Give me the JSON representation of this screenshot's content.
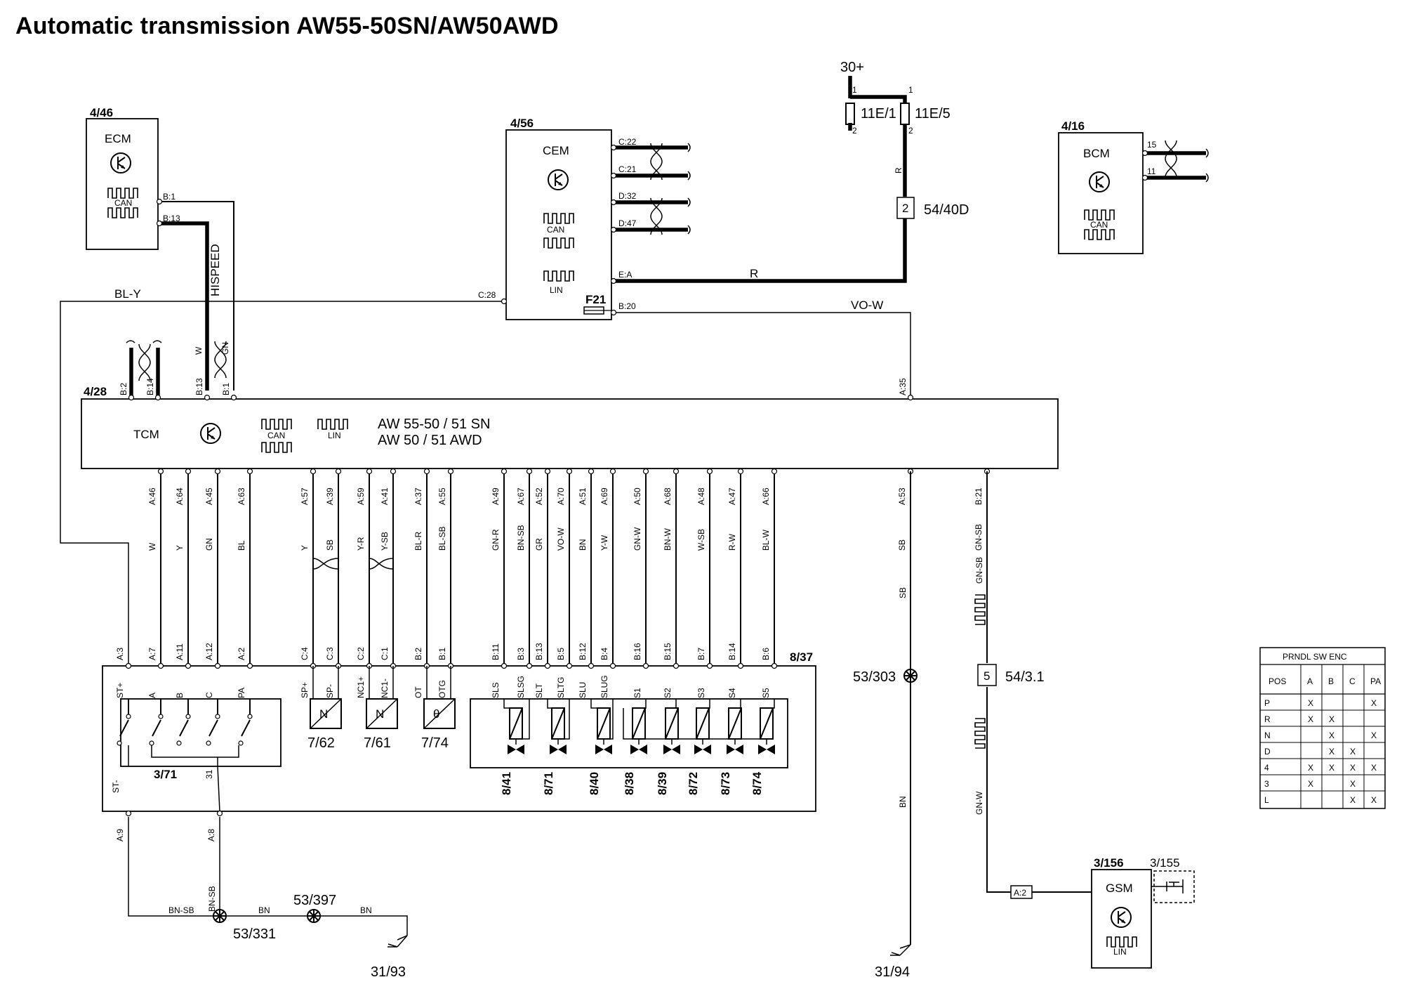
{
  "title": "Automatic transmission AW55-50SN/AW50AWD",
  "supply": {
    "label": "30+"
  },
  "fuses": [
    {
      "label": "11E/1",
      "pin_top": "1",
      "pin_bottom": "2"
    },
    {
      "label": "11E/5",
      "pin_top": "1",
      "pin_bottom": "2"
    }
  ],
  "connectors": {
    "c5440d": {
      "pin": "2",
      "label": "54/40D"
    },
    "c5431": {
      "pin": "5",
      "label": "54/3.1"
    },
    "a2": {
      "label": "A:2"
    }
  },
  "modules": {
    "ecm": {
      "ref": "4/46",
      "name": "ECM",
      "bus": "CAN",
      "pins": [
        "B:1",
        "B:13"
      ],
      "bus_label": "HISPEED"
    },
    "cem": {
      "ref": "4/56",
      "name": "CEM",
      "bus": "CAN",
      "bus2": "LIN",
      "fuse": "F21",
      "pins": [
        "C:22",
        "C:21",
        "D:32",
        "D:47",
        "E:A",
        "C:28",
        "B:20"
      ]
    },
    "bcm": {
      "ref": "4/16",
      "name": "BCM",
      "bus": "CAN",
      "pins": [
        "15",
        "11"
      ]
    },
    "tcm": {
      "ref": "4/28",
      "name": "TCM",
      "bus": "CAN",
      "bus2": "LIN",
      "model_line1": "AW 55-50 / 51 SN",
      "model_line2": "AW 50 / 51 AWD"
    },
    "gsm": {
      "ref": "3/156",
      "name": "GSM",
      "bus": "LIN",
      "switch_ref": "3/155"
    }
  },
  "wires": {
    "bl_y": "BL-Y",
    "r": "R",
    "r_v": "R",
    "vo_w": "VO-W",
    "w": "W",
    "gn": "GN",
    "bn_sb": "BN-SB",
    "bn_sb_v": "BN-SB",
    "bn1": "BN",
    "bn2": "BN",
    "bn_v": "BN",
    "sb": "SB",
    "gn_sb": "GN-SB",
    "gn_w": "GN-W"
  },
  "tcm_top_pins": [
    "B:2",
    "B:14",
    "B:13",
    "B:1",
    "A:35"
  ],
  "tcm_bottom": [
    {
      "pin": "A:46",
      "color": "W"
    },
    {
      "pin": "A:64",
      "color": "Y"
    },
    {
      "pin": "A:45",
      "color": "GN"
    },
    {
      "pin": "A:63",
      "color": "BL"
    },
    {
      "pin": "A:57",
      "color": "Y"
    },
    {
      "pin": "A:39",
      "color": "SB"
    },
    {
      "pin": "A:59",
      "color": "Y-R"
    },
    {
      "pin": "A:41",
      "color": "Y-SB"
    },
    {
      "pin": "A:37",
      "color": "BL-R"
    },
    {
      "pin": "A:55",
      "color": "BL-SB"
    },
    {
      "pin": "A:49",
      "color": "GN-R"
    },
    {
      "pin": "A:67",
      "color": "BN-SB"
    },
    {
      "pin": "A:52",
      "color": "GR"
    },
    {
      "pin": "A:70",
      "color": "VO-W"
    },
    {
      "pin": "A:51",
      "color": "BN"
    },
    {
      "pin": "A:69",
      "color": "Y-W"
    },
    {
      "pin": "A:50",
      "color": "GN-W"
    },
    {
      "pin": "A:68",
      "color": "BN-W"
    },
    {
      "pin": "A:48",
      "color": "W-SB"
    },
    {
      "pin": "A:47",
      "color": "R-W"
    },
    {
      "pin": "A:66",
      "color": "BL-W"
    },
    {
      "pin": "A:53",
      "color": "SB"
    },
    {
      "pin": "B:21",
      "color": "GN-SB"
    }
  ],
  "valve_body": {
    "ref": "8/37",
    "switch_ref": "3/71",
    "ground_31": "31",
    "st_minus": "ST-",
    "pins": [
      "A:3",
      "A:7",
      "A:11",
      "A:12",
      "A:2",
      "C:4",
      "C:3",
      "C:2",
      "C:1",
      "B:2",
      "B:1",
      "B:11",
      "B:3",
      "B:13",
      "B:5",
      "B:12",
      "B:4",
      "B:16",
      "B:15",
      "B:7",
      "B:14",
      "B:6",
      "A:9",
      "A:8"
    ],
    "pin_labels": [
      "ST+",
      "A",
      "B",
      "C",
      "PA",
      "SP+",
      "SP-",
      "NC1+",
      "NC1-",
      "OT",
      "OTG",
      "SLS",
      "SLSG",
      "SLT",
      "SLTG",
      "SLU",
      "SLUG",
      "S1",
      "S2",
      "S3",
      "S4",
      "S5"
    ],
    "sensors": [
      {
        "symbol": "N",
        "ref": "7/62"
      },
      {
        "symbol": "N",
        "ref": "7/61"
      },
      {
        "symbol": "θ",
        "ref": "7/74"
      }
    ],
    "solenoids": [
      "8/41",
      "8/71",
      "8/40",
      "8/38",
      "8/39",
      "8/72",
      "8/73",
      "8/74"
    ]
  },
  "splices": [
    "53/303",
    "53/331",
    "53/397"
  ],
  "grounds": [
    "31/93",
    "31/94"
  ],
  "prndl_table": {
    "title": "PRNDL SW ENC",
    "headers": [
      "POS",
      "A",
      "B",
      "C",
      "PA"
    ],
    "rows": [
      [
        "P",
        "X",
        "",
        "",
        "X"
      ],
      [
        "R",
        "X",
        "X",
        "",
        ""
      ],
      [
        "N",
        "",
        "X",
        "",
        "X"
      ],
      [
        "D",
        "",
        "X",
        "X",
        ""
      ],
      [
        "4",
        "X",
        "X",
        "X",
        "X"
      ],
      [
        "3",
        "X",
        "",
        "X",
        ""
      ],
      [
        "L",
        "",
        "",
        "X",
        "X"
      ]
    ]
  }
}
